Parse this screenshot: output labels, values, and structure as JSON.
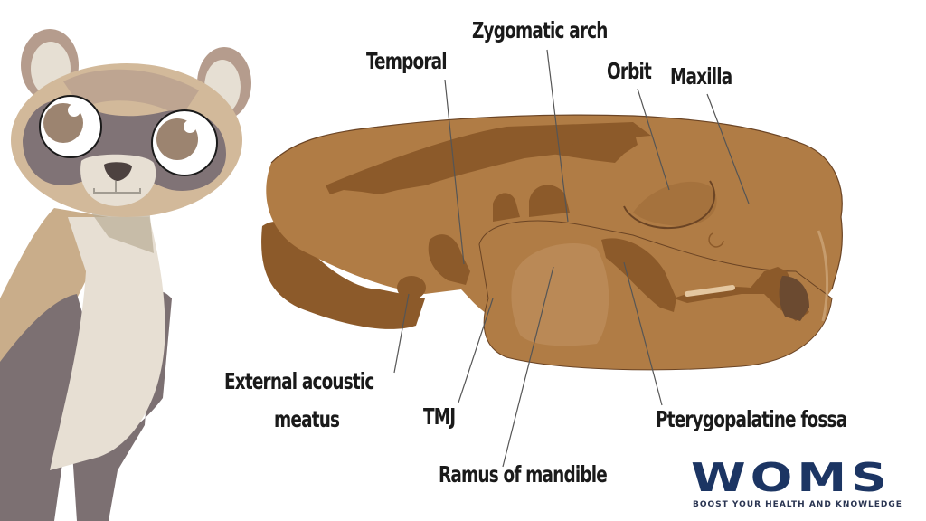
{
  "diagram": {
    "subject": "Ferret skull lateral view",
    "labels": [
      {
        "id": "zygomatic-arch",
        "text": "Zygomatic arch"
      },
      {
        "id": "temporal",
        "text": "Temporal"
      },
      {
        "id": "orbit",
        "text": "Orbit"
      },
      {
        "id": "maxilla",
        "text": "Maxilla"
      },
      {
        "id": "external-acoustic-meatus",
        "text": "External acoustic\nmeatus",
        "line1": "External acoustic",
        "line2": "meatus"
      },
      {
        "id": "tmj",
        "text": "TMJ"
      },
      {
        "id": "ramus-of-mandible",
        "text": "Ramus of mandible"
      },
      {
        "id": "pterygopalatine-fossa",
        "text": "Pterygopalatine fossa"
      }
    ],
    "colors": {
      "skull_base": "#b07c45",
      "skull_shadow": "#8c5a2a",
      "skull_dark": "#6b4a30",
      "skull_highlight": "#d6b289",
      "ferret_tan": "#c9ad8a",
      "ferret_cream": "#e7dfd3",
      "ferret_mask": "#807376",
      "ferret_ear": "#b59c8d"
    }
  },
  "logo": {
    "wordmark": "WOMS",
    "tagline": "BOOST YOUR HEALTH AND KNOWLEDGE",
    "color": "#1c3563"
  }
}
